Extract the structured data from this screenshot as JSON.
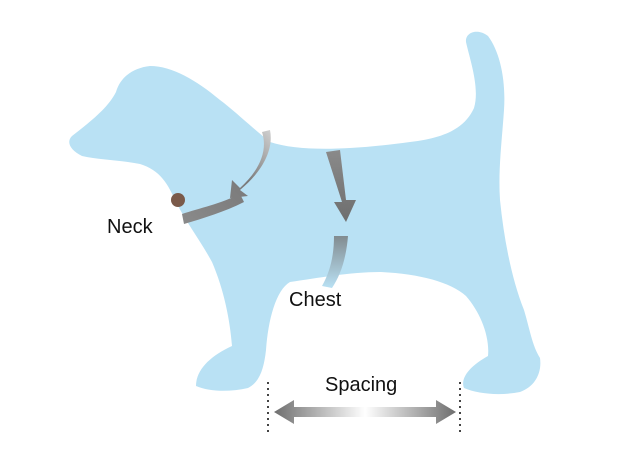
{
  "labels": {
    "neck": "Neck",
    "chest": "Chest",
    "spacing": "Spacing"
  },
  "colors": {
    "dog": "#b9e1f4",
    "arrow": "#7d7d7d",
    "text": "#111111"
  }
}
